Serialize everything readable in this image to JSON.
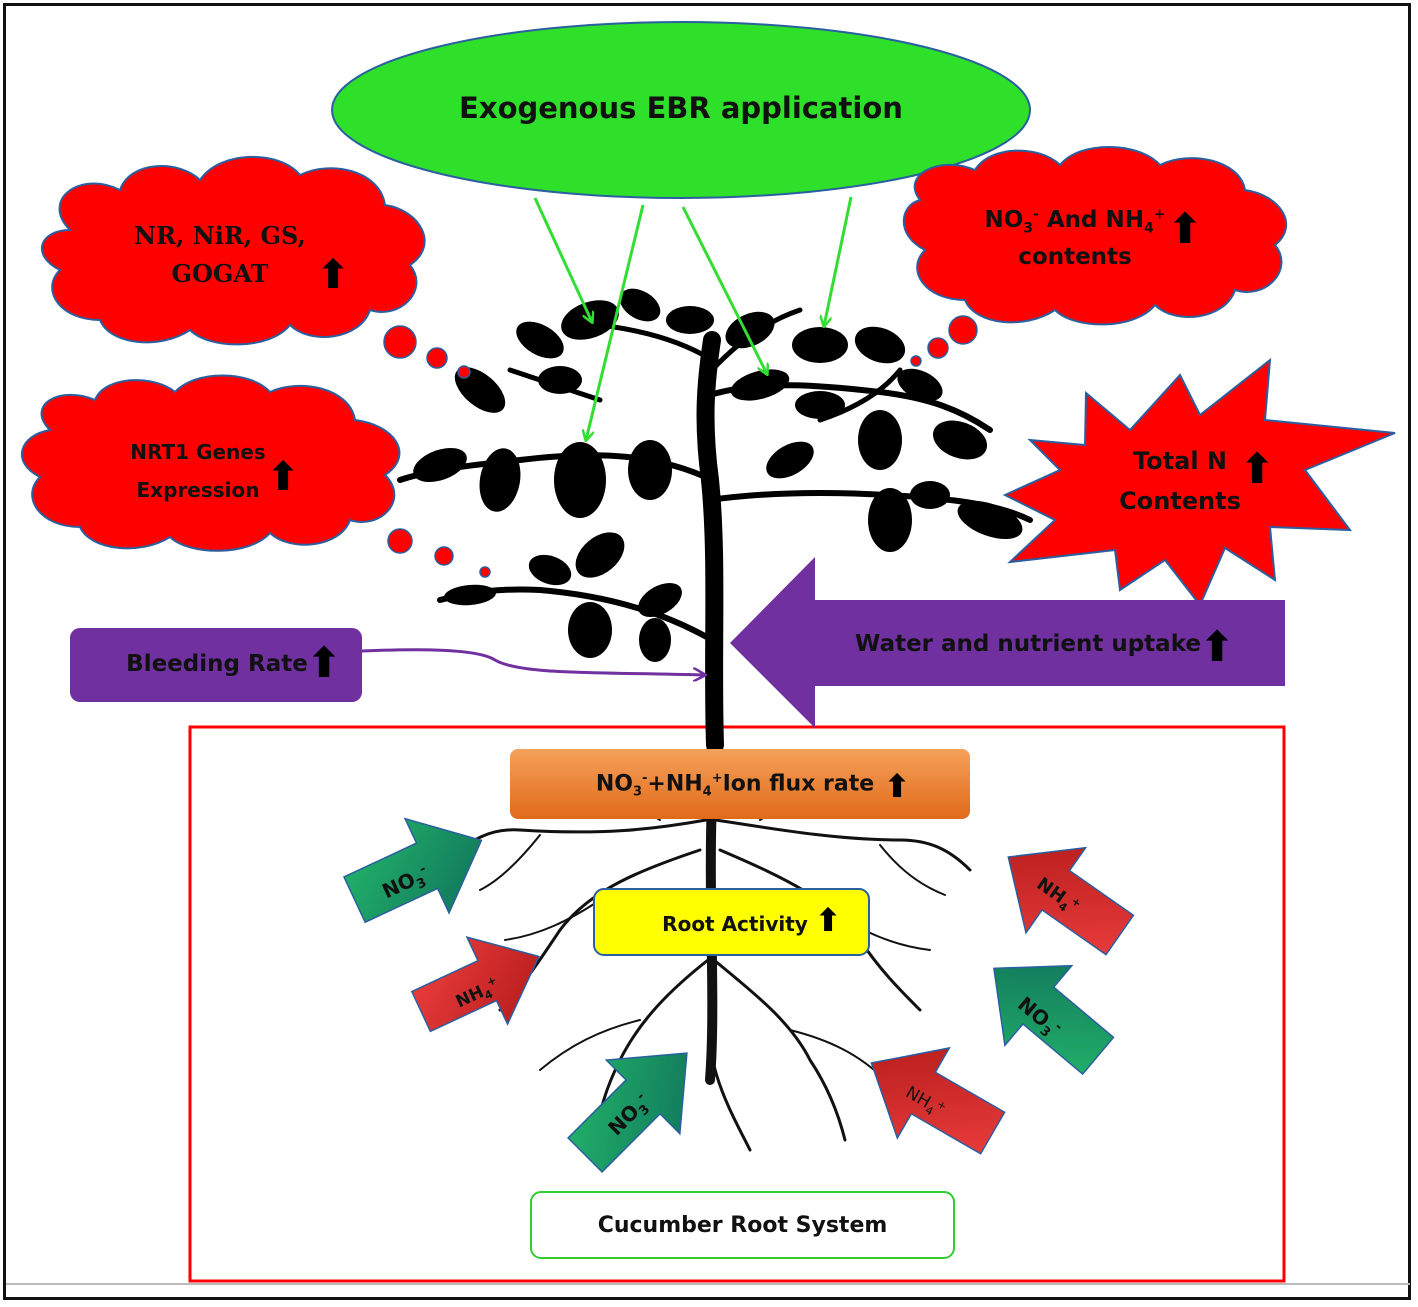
{
  "ebr_label": "Exogenous EBR application",
  "enzymes_label": "NR, NiR, GS, GOGAT",
  "no3_nh4_contents": {
    "line1_a": "NO",
    "line1_sub": "3",
    "line1_sup": "-",
    "line1_b": " And NH",
    "line1_sub2": "4",
    "line1_sup2": "+",
    "line2": "contents"
  },
  "nrt1_label": {
    "line1": "NRT1 Genes",
    "line2": "Expression"
  },
  "total_n_label": {
    "line1": "Total N",
    "line2": "Contents"
  },
  "bleeding_rate_label": "Bleeding Rate",
  "water_uptake_label": "Water and nutrient uptake",
  "ion_flux": {
    "a": "NO",
    "sub1": "3",
    "sup1": "-",
    "b": "+NH",
    "sub2": "4",
    "sup2": "+",
    "c": "Ion flux rate"
  },
  "root_activity_label": "Root Activity",
  "root_system_label": "Cucumber Root System",
  "ion_arrows": {
    "no3": {
      "base": "NO",
      "sub": "3",
      "sup": "-"
    },
    "nh4": {
      "base": "NH",
      "sub": "4",
      "sup": "+"
    }
  },
  "up_arrow_glyph": "⬆",
  "colors": {
    "ebr_ellipse": "#2ee02a",
    "cloud": "#ff0000",
    "purple": "#7030a0",
    "ion_flux": "#ee7d31",
    "root_activity": "#ffff00",
    "root_box_border": "#ff0000",
    "root_label_border": "#33cc33",
    "no3_arrow": "#16a05a",
    "nh4_arrow": "#e02020",
    "green_arrow": "#33dd33"
  }
}
